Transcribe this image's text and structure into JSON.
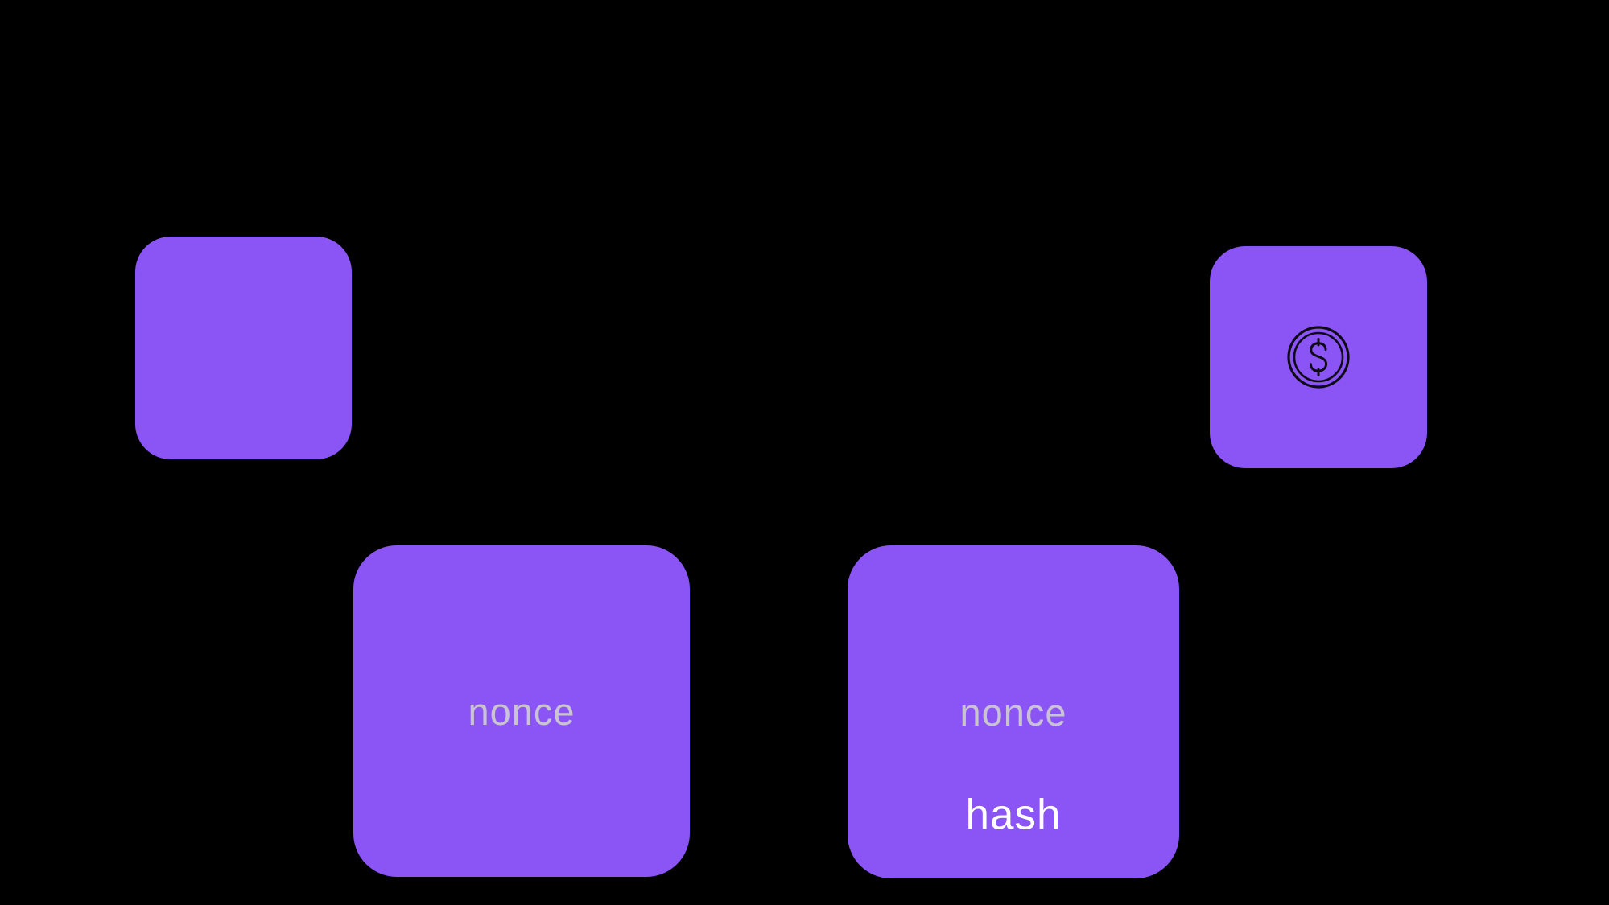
{
  "diagram": {
    "background_color": "#000000",
    "block_color": "#8b55f6",
    "icon_stroke_color": "#0e0a16",
    "nonce_text_color": "#c9c3d4",
    "hash_text_color": "#ffffff",
    "blocks": {
      "top_left_empty": {},
      "top_right_coin": {
        "icon": "dollar-coin-icon"
      },
      "bottom_left": {
        "nonce_label": "nonce"
      },
      "bottom_right": {
        "nonce_label": "nonce",
        "hash_label": "hash"
      }
    }
  }
}
